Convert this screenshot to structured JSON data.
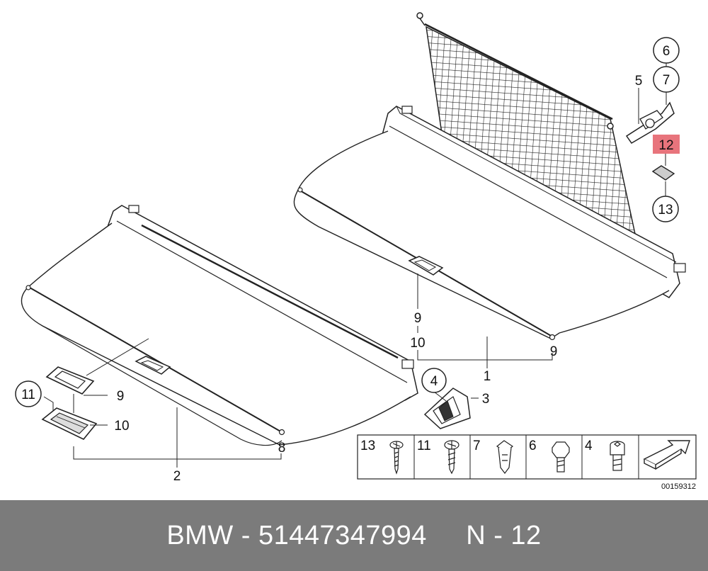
{
  "footer": {
    "text": "BMW - 51447347994     N - 12"
  },
  "diagram": {
    "reference_number": "00159312",
    "callouts": {
      "c1": "1",
      "c2": "2",
      "c3": "3",
      "c4": "4",
      "c5": "5",
      "c6": "6",
      "c7": "7",
      "c8": "8",
      "c9a": "9",
      "c9b": "9",
      "c9c": "9",
      "c10a": "10",
      "c10b": "10",
      "c11": "11",
      "c12": "12",
      "c13": "13"
    },
    "legend": [
      {
        "label": "13",
        "part": "screw-long"
      },
      {
        "label": "11",
        "part": "screw-phillips"
      },
      {
        "label": "7",
        "part": "clip-nut"
      },
      {
        "label": "6",
        "part": "hex-bolt"
      },
      {
        "label": "4",
        "part": "socket-bolt"
      },
      {
        "label": "",
        "part": "arrow"
      }
    ],
    "colors": {
      "highlight": "#e8747c",
      "line": "#222222",
      "panel": "#ffffff",
      "footer": "#7b7b7b"
    }
  }
}
